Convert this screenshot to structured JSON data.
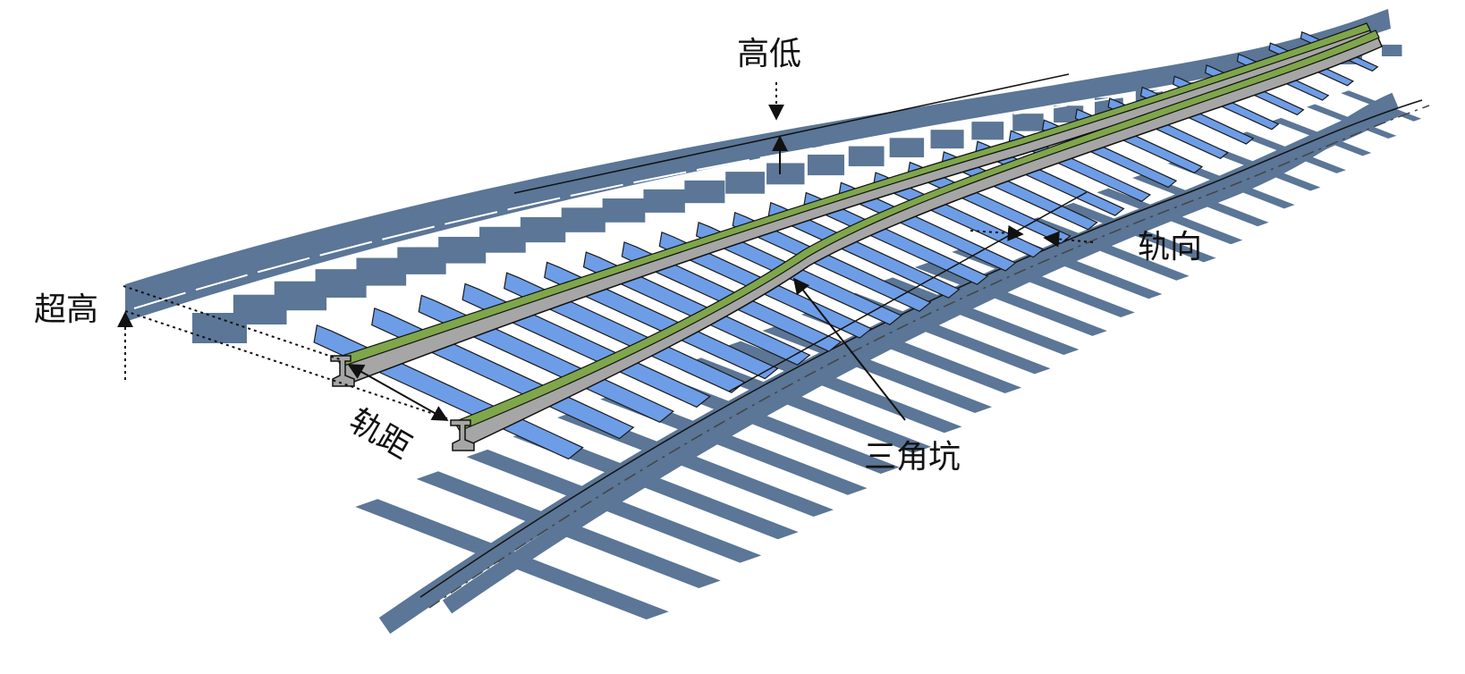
{
  "labels": {
    "elevation": "高低",
    "alignment": "轨向",
    "superelevation": "超高",
    "gauge": "轨距",
    "twist": "三角坑"
  },
  "colors": {
    "shadow": "#5b7696",
    "sleeper": "#6d9de6",
    "sleeper_edge": "#2f5fb0",
    "rail_body": "#a6a6a6",
    "rail_top": "#7fa64a",
    "line": "#111111",
    "background": "#ffffff"
  }
}
